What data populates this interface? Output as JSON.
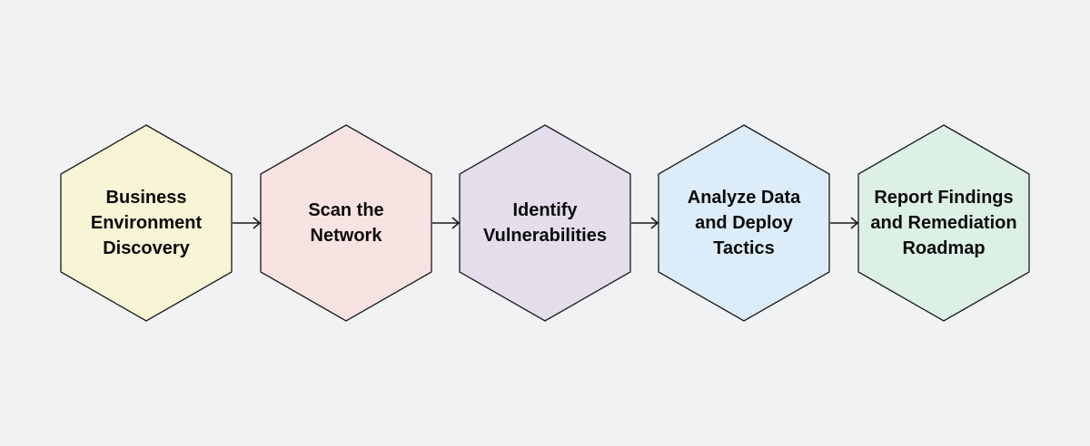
{
  "steps": [
    {
      "lines": [
        "Business",
        "Environment",
        "Discovery"
      ],
      "fill": "#f8f4d6"
    },
    {
      "lines": [
        "Scan the",
        "Network"
      ],
      "fill": "#f9e3e2"
    },
    {
      "lines": [
        "Identify",
        "Vulnerabilities"
      ],
      "fill": "#e3ddec"
    },
    {
      "lines": [
        "Analyze Data",
        "and Deploy",
        "Tactics"
      ],
      "fill": "#dcecf8"
    },
    {
      "lines": [
        "Report Findings",
        "and Remediation",
        "Roadmap"
      ],
      "fill": "#dcf0e5"
    }
  ],
  "colors": {
    "background": "#f1f2f4",
    "outline": "#1a1a1a",
    "text": "#0b0b0b"
  }
}
